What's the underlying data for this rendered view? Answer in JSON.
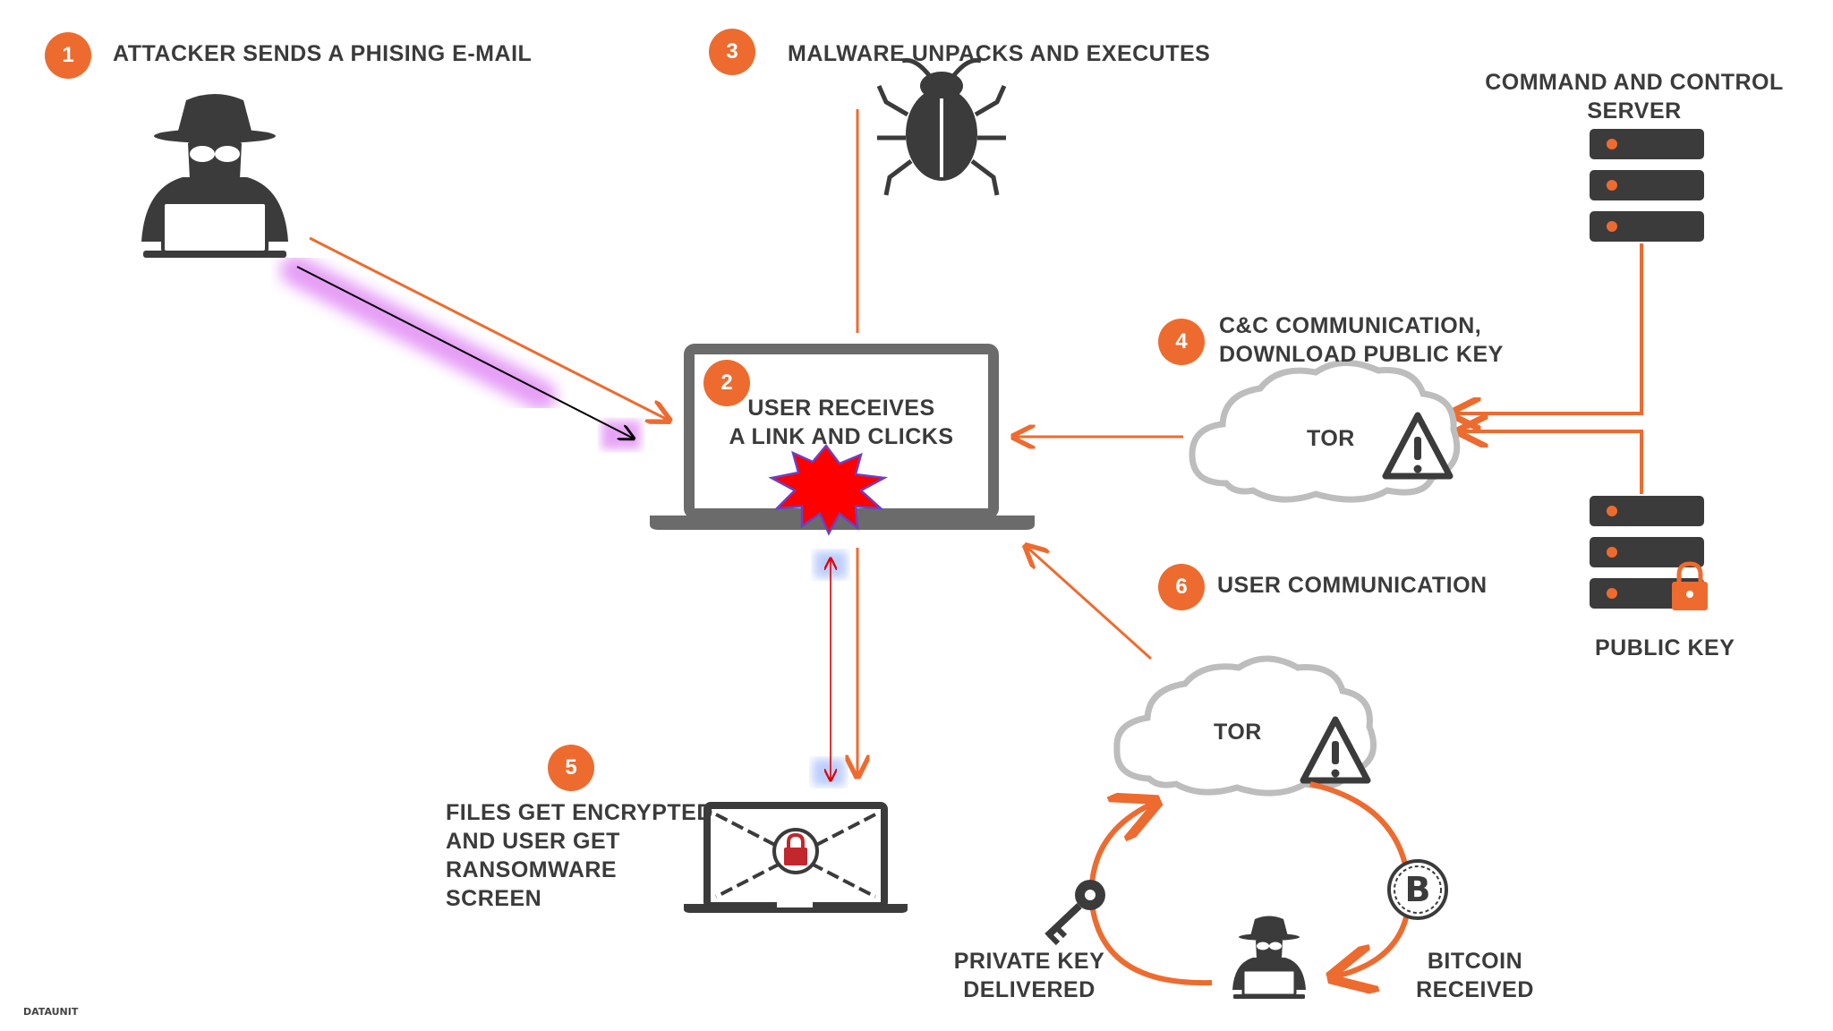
{
  "steps": [
    {
      "num": "1",
      "label": "ATTACKER SENDS A PHISING E-MAIL"
    },
    {
      "num": "2",
      "label_line1": "USER RECEIVES",
      "label_line2": "A LINK AND CLICKS"
    },
    {
      "num": "3",
      "label": "MALWARE UNPACKS AND EXECUTES"
    },
    {
      "num": "4",
      "label_line1": "C&C COMMUNICATION,",
      "label_line2": "DOWNLOAD PUBLIC KEY"
    },
    {
      "num": "5",
      "label_line1": "FILES GET ENCRYPTED",
      "label_line2": "AND USER GET",
      "label_line3": "RANSOMWARE",
      "label_line4": "SCREEN"
    },
    {
      "num": "6",
      "label": "USER COMMUNICATION"
    }
  ],
  "server": {
    "label_line1": "COMMAND AND CONTROL",
    "label_line2": "SERVER"
  },
  "public_key": {
    "label": "PUBLIC KEY"
  },
  "tor_top": {
    "label": "TOR"
  },
  "tor_bottom": {
    "label": "TOR"
  },
  "private_key": {
    "label_line1": "PRIVATE KEY",
    "label_line2": "DELIVERED"
  },
  "bitcoin": {
    "label_line1": "BITCOIN",
    "label_line2": "RECEIVED"
  },
  "footer": {
    "brand": "DATAUNIT"
  },
  "colors": {
    "accent": "#ee6b2f",
    "dark": "#3b3b3b",
    "cloud": "#bdbdbd",
    "highlight_red": "#ff0000",
    "highlight_purple": "#d86bf0",
    "highlight_blue": "#9fb8ff"
  },
  "icons": [
    "hacker-icon",
    "bug-icon",
    "laptop-icon",
    "server-icon",
    "cloud-icon",
    "warning-icon",
    "lock-icon",
    "key-icon",
    "bitcoin-icon",
    "chain-icon"
  ]
}
